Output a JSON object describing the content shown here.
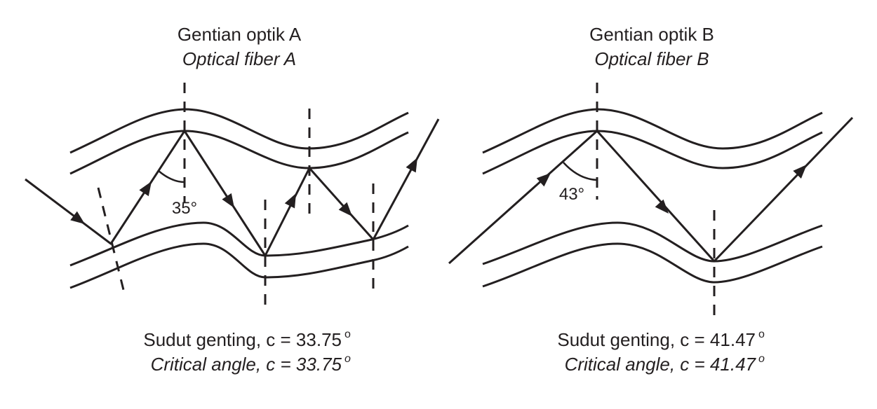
{
  "fiber_a": {
    "title": "Gentian optik A",
    "title_en": "Optical fiber A",
    "angle_label": "35°",
    "critical_label": "Sudut genting, c = 33.75",
    "critical_label_en": "Critical angle, c = 33.75",
    "degree_mark": "o"
  },
  "fiber_b": {
    "title": "Gentian optik B",
    "title_en": "Optical fiber B",
    "angle_label": "43°",
    "critical_label": "Sudut genting, c = 41.47",
    "critical_label_en": "Critical angle, c = 41.47",
    "degree_mark": "o"
  }
}
